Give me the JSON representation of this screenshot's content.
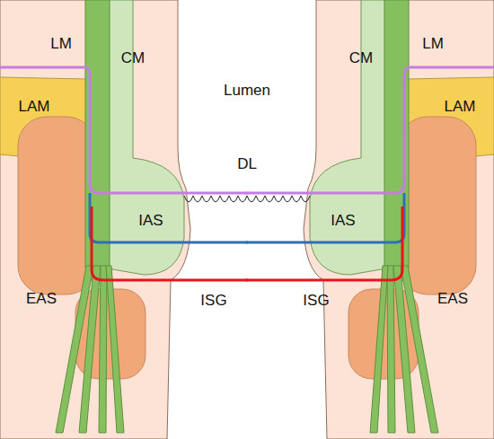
{
  "diagram": {
    "labels": [
      "LM",
      "LM",
      "CM",
      "CM",
      "Lumen",
      "LAM",
      "LAM",
      "DL",
      "IAS",
      "IAS",
      "EAS",
      "EAS",
      "ISG",
      "ISG"
    ]
  }
}
